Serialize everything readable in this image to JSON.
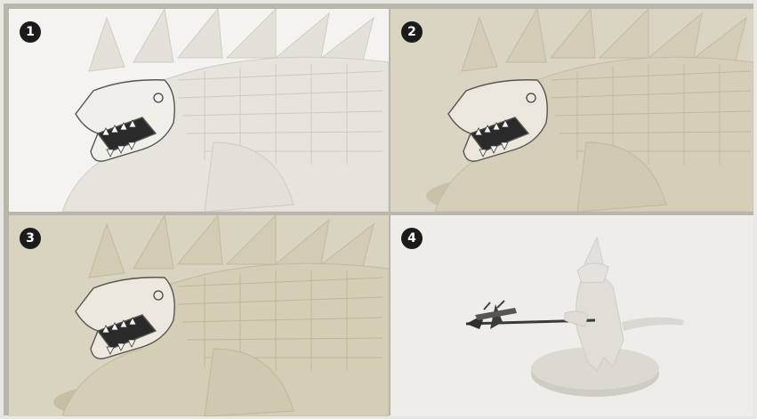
{
  "panels": [
    {
      "number": "1",
      "background": "#f4f3ef",
      "body_color": "#dedcd5"
    },
    {
      "number": "2",
      "background": "#dad5c3",
      "body_color": "#cfc8b1"
    },
    {
      "number": "3",
      "background": "#d9d4bf",
      "body_color": "#cfc7ad"
    },
    {
      "number": "4",
      "background": "#eeede9",
      "body_color": "#d8d6cf"
    }
  ]
}
